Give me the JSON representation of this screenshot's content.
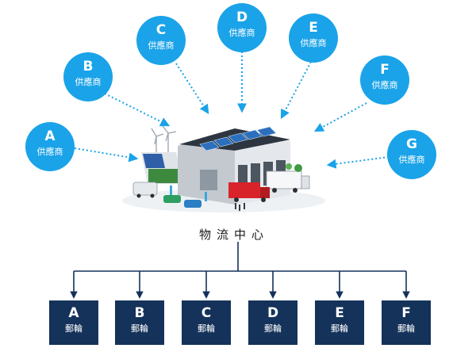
{
  "suppliers": [
    {
      "letter": "A",
      "label": "供應商"
    },
    {
      "letter": "B",
      "label": "供應商"
    },
    {
      "letter": "C",
      "label": "供應商"
    },
    {
      "letter": "D",
      "label": "供應商"
    },
    {
      "letter": "E",
      "label": "供應商"
    },
    {
      "letter": "F",
      "label": "供應商"
    },
    {
      "letter": "G",
      "label": "供應商"
    }
  ],
  "center": {
    "label": "物流中心"
  },
  "destinations": [
    {
      "letter": "A",
      "label": "郵輪"
    },
    {
      "letter": "B",
      "label": "郵輪"
    },
    {
      "letter": "C",
      "label": "郵輪"
    },
    {
      "letter": "D",
      "label": "郵輪"
    },
    {
      "letter": "E",
      "label": "郵輪"
    },
    {
      "letter": "F",
      "label": "郵輪"
    }
  ],
  "colors": {
    "supplier_circle": "#1aa3e8",
    "postbox": "#14325a",
    "arrow_dotted": "#1aa3e8",
    "tree_line": "#14325a"
  }
}
